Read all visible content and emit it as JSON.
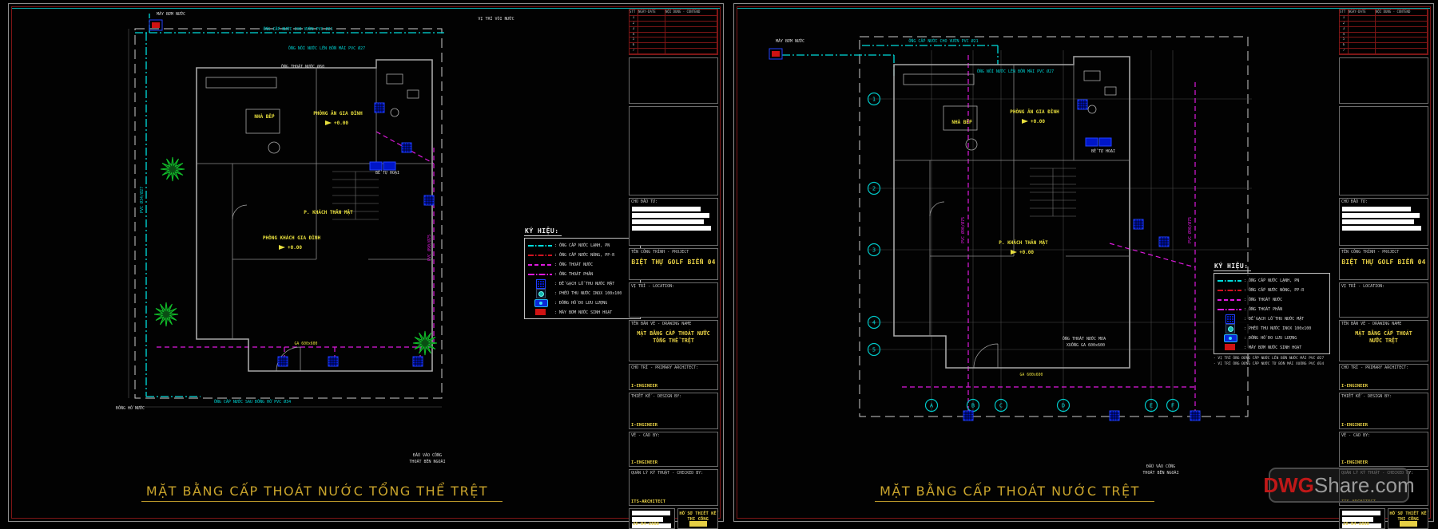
{
  "watermark": {
    "prefix": "DWG",
    "suffix": "Share.com"
  },
  "legend": {
    "title": "KÝ HIỆU:",
    "items": [
      {
        "label": ": ỐNG CẤP NƯỚC LẠNH, PN"
      },
      {
        "label": ": ỐNG CẤP NƯỚC NÓNG, PP-R"
      },
      {
        "label": ": ỐNG THOÁT NƯỚC"
      },
      {
        "label": ": ỐNG THOÁT PHÂN"
      },
      {
        "label": ": ĐỂ GẠCH LỖ THU NƯỚC MẶT"
      },
      {
        "label": ": PHỄU THU NƯỚC INOX 100x100"
      },
      {
        "label": ": ĐỒNG HỒ ĐO LƯU LƯỢNG"
      },
      {
        "label": ": MÁY BƠM NƯỚC SINH HOẠT"
      }
    ],
    "notes": [
      "- VỊ TRÍ ỐNG ĐỨNG CẤP NƯỚC LÊN BỒN NƯỚC MÁI PVC Ø27",
      "- VỊ TRÍ ỐNG ĐỨNG CẤP NƯỚC TỪ BỒN MÁI XUỐNG PVC Ø34"
    ]
  },
  "titleblock": {
    "rev_col_no": "STT",
    "rev_col_date": "NGÀY-DATE",
    "rev_col_content": "NỘI DUNG - CONTEND",
    "rev_rows": [
      "1",
      "2",
      "3",
      "4",
      "5",
      "6",
      "7"
    ],
    "owner_label": "CHỦ ĐẦU TƯ:",
    "project_label": "TÊN CÔNG TRÌNH - PROJECT",
    "project_name": "BIỆT THỰ GOLF BIỂN 04",
    "location_label": "VỊ TRÍ - LOCATION:",
    "drawing_label": "TÊN BẢN VẼ - DRAWING NAME",
    "primary_label": "CHỦ TRÌ - PRIMARY ARCHITECT:",
    "primary_value": "I-ENGINEER",
    "design_label": "THIẾT KẾ - DESIGN BY:",
    "design_value": "I-ENGINEER",
    "cad_label": "VẼ - CAD BY:",
    "cad_value": "I-ENGINEER",
    "checked_label": "QUẢN LÝ KỸ THUẬT - CHECKED BY:",
    "checked_value": "ITS-ARCHITECT",
    "date": "26-04-2008",
    "doc_type_1": "HỒ SƠ THIẾT KẾ",
    "doc_type_2": "THI CÔNG"
  },
  "sheets": [
    {
      "plan_title": "MẶT BẰNG CẤP THOÁT NƯỚC TỔNG THỂ TRỆT",
      "tb_drawing_1": "MẶT BẰNG CẤP THOÁT NƯỚC",
      "tb_drawing_2": "TỔNG THỂ TRỆT"
    },
    {
      "plan_title": "MẶT BẰNG CẤP THOÁT NƯỚC TRỆT",
      "tb_drawing_1": "MẶT BẰNG CẤP THOÁT",
      "tb_drawing_2": "NƯỚC TRỆT"
    }
  ],
  "plan": {
    "grid_rows": [
      "1",
      "2",
      "3",
      "4",
      "5"
    ],
    "grid_cols": [
      "A",
      "B",
      "C",
      "D",
      "E",
      "F"
    ],
    "labels": {
      "pump": "MÁY BƠM NƯỚC",
      "garden_pipe": "ỐNG CẤP NƯỚC CHO VƯỜN PVC Ø21",
      "riser_pipe": "ỐNG NỐI NƯỚC LÊN BỒN MÁI PVC Ø27",
      "drain60": "ỐNG THOÁT NƯỚC Ø60",
      "faucet": "VỊ TRÍ VÒI NƯỚC",
      "kitchen": "NHÀ BẾP",
      "dining": "PHÒNG ĂN GIA ĐÌNH",
      "living_intimate": "P. KHÁCH THÂN MẬT",
      "living_family": "PHÒNG KHÁCH GIA ĐÌNH",
      "elevation": "+0.00",
      "septic": "BỂ TỰ HOẠI",
      "gully": "GA 600x600",
      "pvc90": "PVC Ø90/Ø75",
      "pvc34": "PVC Ø34/Ø27",
      "meter": "ĐỒNG HỒ NƯỚC",
      "supply_in": "ỐNG CẤP NƯỚC SAU ĐỒNG HỒ PVC Ø34",
      "outfall_1": "ĐẤU VÀO CỐNG",
      "outfall_2": "THOÁT BÊN NGOÀI",
      "rain_1": "ỐNG THOÁT NƯỚC MƯA",
      "rain_2": "XUỐNG GA 600x600"
    }
  }
}
